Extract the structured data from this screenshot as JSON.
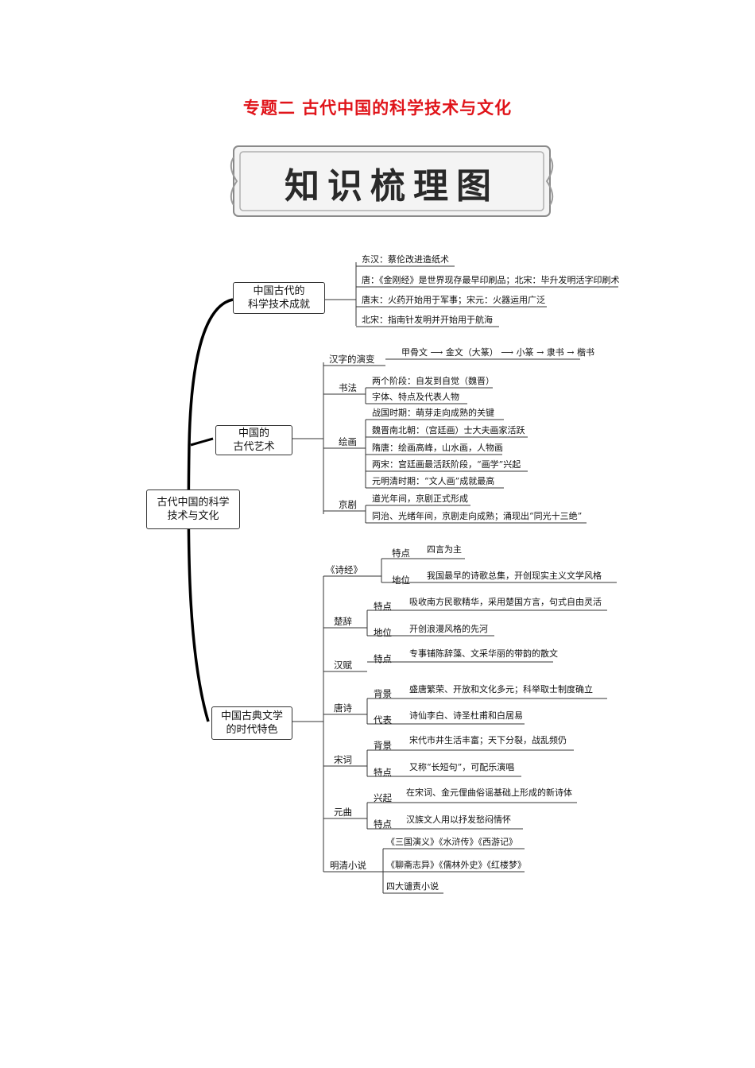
{
  "title": "专题二  古代中国的科学技术与文化",
  "banner": "知识梳理图",
  "root": "古代中国的科学\n技术与文化",
  "science": {
    "label": "中国古代的\n科学技术成就",
    "items": [
      "东汉：蔡伦改进造纸术",
      "唐：《金刚经》是世界现存最早印刷品；北宋：毕升发明活字印刷术",
      "唐末：火药开始用于军事；宋元：火器运用广泛",
      "北宋：指南针发明并开始用于航海"
    ]
  },
  "art": {
    "label": "中国的\n古代艺术",
    "hanzi": {
      "label": "汉字的演变",
      "seq": [
        "甲骨文",
        "金文（大篆）",
        "小篆",
        "隶书",
        "楷书"
      ]
    },
    "shufa": {
      "label": "书法",
      "items": [
        "两个阶段：自发到自觉（魏晋）",
        "字体、特点及代表人物"
      ]
    },
    "huihua": {
      "label": "绘画",
      "items": [
        "战国时期：萌芽走向成熟的关键",
        "魏晋南北朝：（宫廷画）士大夫画家活跃",
        "隋唐：绘画高峰，山水画，人物画",
        "两宋：宫廷画最活跃阶段，“画学”兴起",
        "元明清时期：“文人画”成就最高"
      ]
    },
    "jingju": {
      "label": "京剧",
      "items": [
        "道光年间，京剧正式形成",
        "同治、光绪年间，京剧走向成熟；涌现出“同光十三绝”"
      ]
    }
  },
  "lit": {
    "label": "中国古典文学\n的时代特色",
    "shijing": {
      "label": "《诗经》",
      "tedian_label": "特点",
      "tedian": "四言为主",
      "diwei_label": "地位",
      "diwei": "我国最早的诗歌总集，开创现实主义文学风格"
    },
    "chuci": {
      "label": "楚辞",
      "tedian_label": "特点",
      "tedian": "吸收南方民歌精华，采用楚国方言，句式自由灵活",
      "diwei_label": "地位",
      "diwei": "开创浪漫风格的先河"
    },
    "hanfu": {
      "label": "汉赋",
      "tedian_label": "特点",
      "tedian": "专事铺陈辞藻、文采华丽的带韵的散文"
    },
    "tangshi": {
      "label": "唐诗",
      "beijing_label": "背景",
      "beijing": "盛唐繁荣、开放和文化多元；科举取士制度确立",
      "daibiao_label": "代表",
      "daibiao": "诗仙李白、诗圣杜甫和白居易"
    },
    "songci": {
      "label": "宋词",
      "beijing_label": "背景",
      "beijing": "宋代市井生活丰富；天下分裂，战乱频仍",
      "tedian_label": "特点",
      "tedian": "又称“长短句”，可配乐演唱"
    },
    "yuanqu": {
      "label": "元曲",
      "xingqi_label": "兴起",
      "xingqi": "在宋词、金元俚曲俗谣基础上形成的新诗体",
      "tedian_label": "特点",
      "tedian": "汉族文人用以抒发愁闷情怀"
    },
    "mingqing": {
      "label": "明清小说",
      "items": [
        "《三国演义》《水浒传》《西游记》",
        "《聊斋志异》《儒林外史》《红楼梦》",
        "四大谴责小说"
      ]
    }
  }
}
